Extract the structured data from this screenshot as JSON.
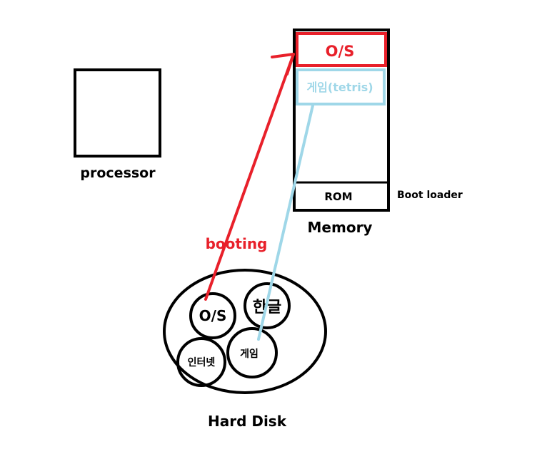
{
  "processor": {
    "label": "processor"
  },
  "memory": {
    "label": "Memory",
    "os_label": "O/S",
    "game_label": "게임(tetris)",
    "rom_label": "ROM",
    "boot_loader_label": "Boot loader"
  },
  "hard_disk": {
    "label": "Hard Disk",
    "items": [
      "O/S",
      "한글",
      "인터넷",
      "게임"
    ]
  },
  "arrow": {
    "label": "booting"
  },
  "colors": {
    "os_red": "#e8202a",
    "game_blue": "#9fd7e8",
    "stroke": "#000000"
  }
}
